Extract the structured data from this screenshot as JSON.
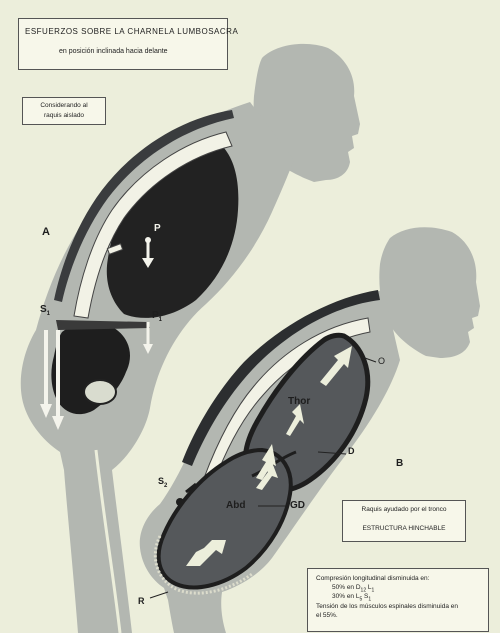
{
  "title": {
    "main": "ESFUERZOS SOBRE LA CHARNELA LUMBOSACRA",
    "subtitle": "en posición inclinada hacia delante"
  },
  "figure_a": {
    "caption_line1": "Considerando al",
    "caption_line2": "raquis aislado",
    "letter": "A",
    "label_p": "P",
    "label_s": "S",
    "label_p_sub": "1",
    "label_s_sub": "1"
  },
  "figure_b": {
    "letter": "B",
    "caption_line1": "Raquis ayudado por el tronco",
    "caption_line2": "ESTRUCTURA HINCHABLE",
    "label_o": "O",
    "label_thor": "Thor",
    "label_d": "D",
    "label_abd": "Abd",
    "label_gd": "GD",
    "label_r": "R",
    "label_s2": "S",
    "label_s2_sub": "2"
  },
  "info": {
    "line1": "Compresión longitudinal disminuida en:",
    "line2_prefix": "50% en D",
    "line2_sub1": "12",
    "line2_sep": " L",
    "line2_sub2": "1",
    "line3_prefix": "30% en L",
    "line3_sub1": "5",
    "line3_sep": " S",
    "line3_sub2": "1",
    "line4": "Tensión de los músculos espinales disminuida en",
    "line5": "el 55%."
  },
  "colors": {
    "background": "#eceedb",
    "body": "#b3b7b1",
    "dark_mass": "#222222",
    "bag_fill": "#55585b",
    "arrow": "#f4f4ec"
  }
}
